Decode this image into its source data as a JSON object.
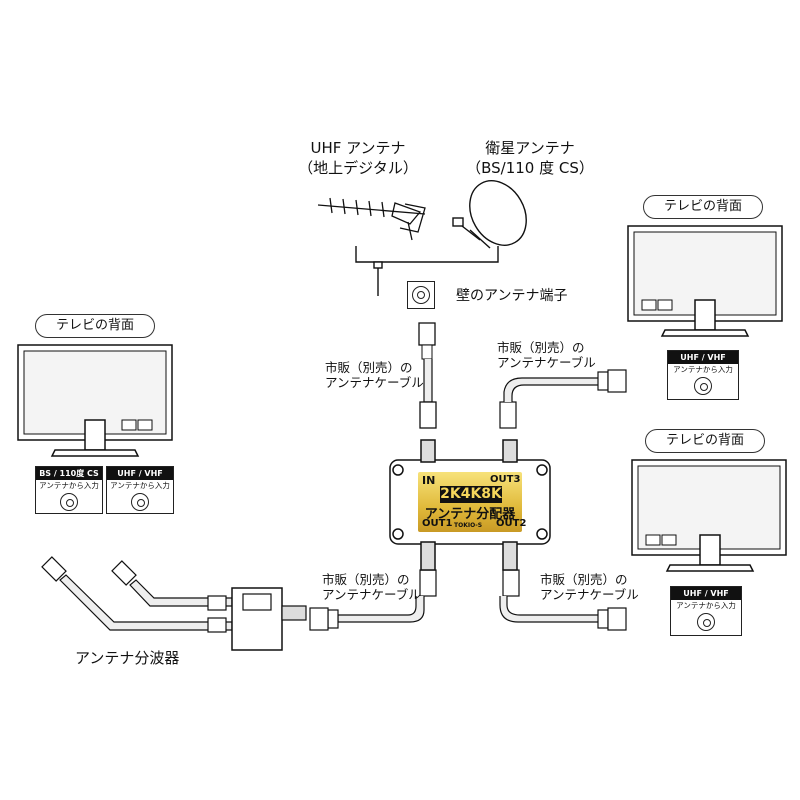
{
  "antennas": {
    "uhf_title": "UHF アンテナ",
    "uhf_sub": "（地上デジタル）",
    "sat_title": "衛星アンテナ",
    "sat_sub": "（BS/110 度 CS）",
    "wall_port_label": "壁のアンテナ端子"
  },
  "cable_label": {
    "line1": "市販（別売）の",
    "line2": "アンテナケーブル"
  },
  "splitter": {
    "in_label": "IN",
    "out1_label": "OUT1",
    "out2_label": "OUT2",
    "out3_label": "OUT3",
    "badge": "2K4K8K",
    "product_name": "アンテナ分配器",
    "brand": "TOKIO-S"
  },
  "tv_label": "テレビの背面",
  "tv_left": {
    "port1_head": "BS / 110度 CS",
    "port1_sub": "アンテナから入力",
    "port2_head": "UHF / VHF",
    "port2_sub": "アンテナから入力"
  },
  "tv_right_top": {
    "port_head": "UHF / VHF",
    "port_sub": "アンテナから入力"
  },
  "tv_right_bottom": {
    "port_head": "UHF / VHF",
    "port_sub": "アンテナから入力"
  },
  "diplexer_label": "アンテナ分波器"
}
